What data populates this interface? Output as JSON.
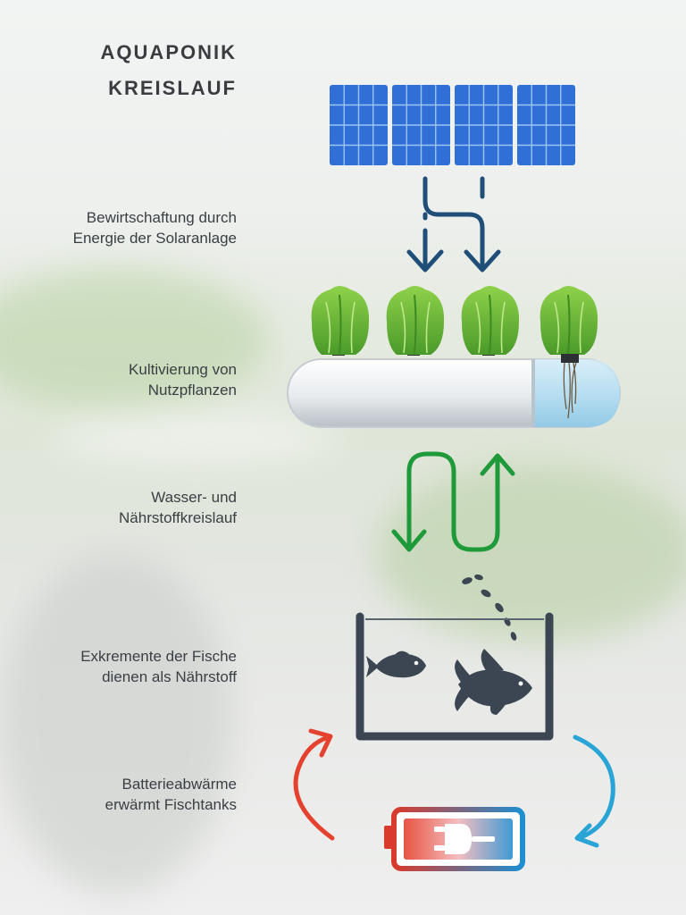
{
  "title": {
    "line1": "AQUAPONIK",
    "line2": "KREISLAUF"
  },
  "labels": [
    {
      "line1": "Bewirtschaftung durch",
      "line2": "Energie der Solaranlage"
    },
    {
      "line1": "Kultivierung von",
      "line2": "Nutzpflanzen"
    },
    {
      "line1": "Wasser-  und",
      "line2": "Nährstoffkreislauf"
    },
    {
      "line1": "Exkremente der Fische",
      "line2": "dienen als Nährstoff"
    },
    {
      "line1": "Batterieabwärme",
      "line2": "erwärmt Fischtanks"
    }
  ],
  "colors": {
    "solar_panel": "#2f6fd6",
    "energy_arrows": "#1f4f78",
    "plant": "#7cc23a",
    "water_arrows": "#1f9a3a",
    "tank": "#3b4652",
    "warm_arrow": "#e5412f",
    "cool_arrow": "#2aa3d6"
  }
}
